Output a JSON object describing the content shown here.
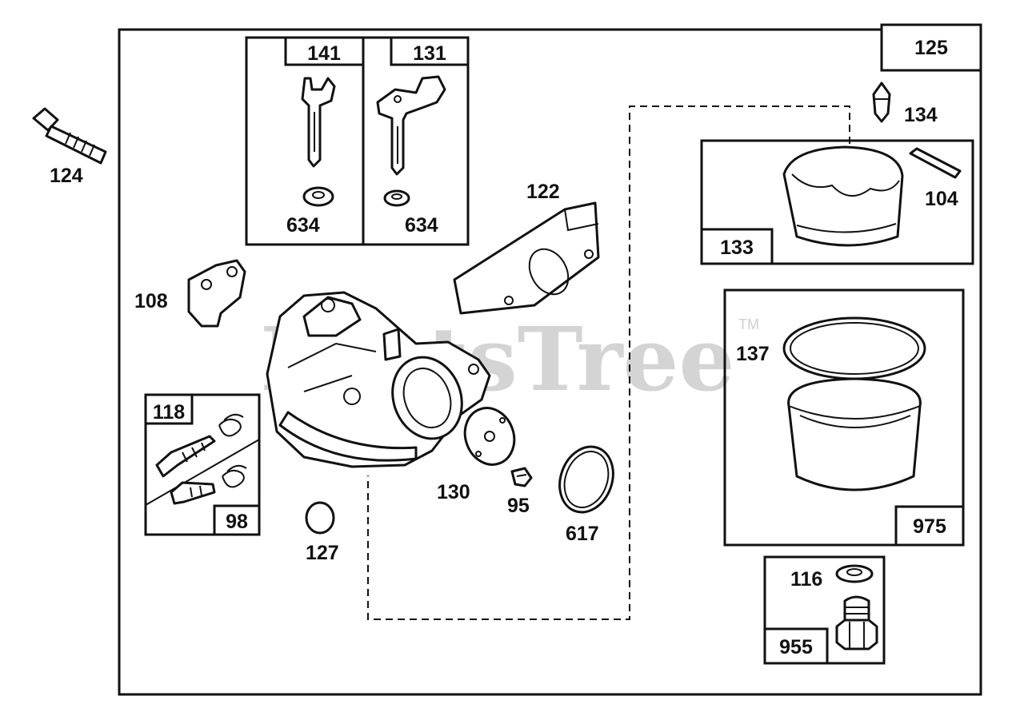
{
  "watermark": {
    "text": "PartsTree",
    "trademark": "TM"
  },
  "kit_boxes": {
    "b141": "141",
    "b131": "131",
    "b125": "125",
    "b133": "133",
    "b118": "118",
    "b98": "98",
    "b975": "975",
    "b955": "955"
  },
  "part_labels": {
    "p124": "124",
    "p634a": "634",
    "p634b": "634",
    "p122": "122",
    "p134": "134",
    "p104": "104",
    "p108": "108",
    "p137": "137",
    "p130": "130",
    "p95": "95",
    "p617": "617",
    "p127": "127",
    "p116": "116"
  }
}
